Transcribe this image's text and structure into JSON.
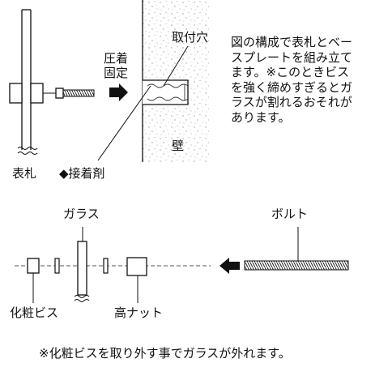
{
  "labels": {
    "hyoufuda": "表札",
    "secchakuzai": "◆接着剤",
    "atchaku_line1": "圧着",
    "atchaku_line2": "固定",
    "toritsukeana": "取付穴",
    "kabe": "壁",
    "garasu": "ガラス",
    "boruto": "ボルト",
    "keshobisu": "化粧ビス",
    "takanatto": "高ナット"
  },
  "description": [
    "図の構成で表札とベー",
    "スプレートを組み立て",
    "ます。※このときビス",
    "を強く締めすぎるとガ",
    "ラスが割れるおそれが",
    "あります。"
  ],
  "note": "※化粧ビスを取り外す事でガラスが外れます。"
}
